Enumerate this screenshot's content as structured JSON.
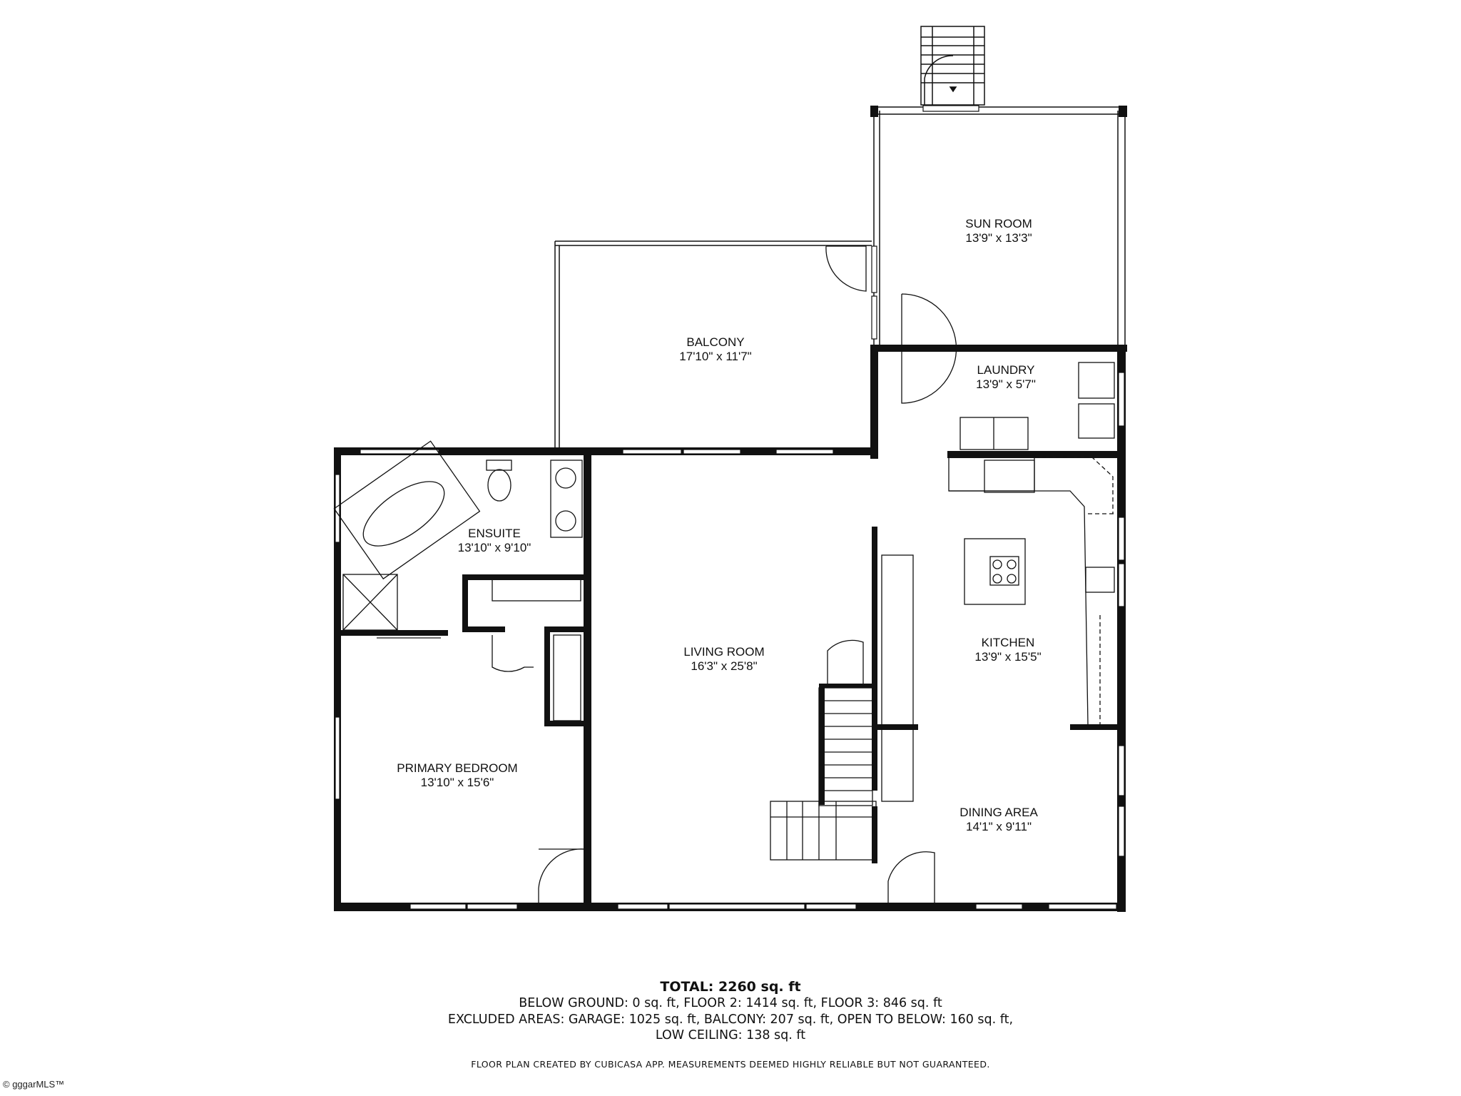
{
  "rooms": {
    "sun_room": {
      "name": "SUN ROOM",
      "dims": "13'9\" x 13'3\""
    },
    "balcony": {
      "name": "BALCONY",
      "dims": "17'10\" x 11'7\""
    },
    "laundry": {
      "name": "LAUNDRY",
      "dims": "13'9\" x 5'7\""
    },
    "ensuite": {
      "name": "ENSUITE",
      "dims": "13'10\" x 9'10\""
    },
    "living_room": {
      "name": "LIVING ROOM",
      "dims": "16'3\" x 25'8\""
    },
    "kitchen": {
      "name": "KITCHEN",
      "dims": "13'9\" x 15'5\""
    },
    "primary_bedroom": {
      "name": "PRIMARY BEDROOM",
      "dims": "13'10\" x 15'6\""
    },
    "dining_area": {
      "name": "DINING AREA",
      "dims": "14'1\" x 9'11\""
    }
  },
  "footer": {
    "total": "TOTAL: 2260 sq. ft",
    "line1": "BELOW GROUND: 0 sq. ft, FLOOR 2: 1414 sq. ft, FLOOR 3: 846 sq. ft",
    "line2": "EXCLUDED AREAS: GARAGE: 1025 sq. ft, BALCONY: 207 sq. ft, OPEN TO BELOW: 160 sq. ft,",
    "line3": "LOW CEILING: 138 sq. ft",
    "credit": "FLOOR PLAN CREATED BY CUBICASA APP. MEASUREMENTS DEEMED HIGHLY RELIABLE BUT NOT GUARANTEED."
  },
  "watermark": "© gggarMLS™"
}
